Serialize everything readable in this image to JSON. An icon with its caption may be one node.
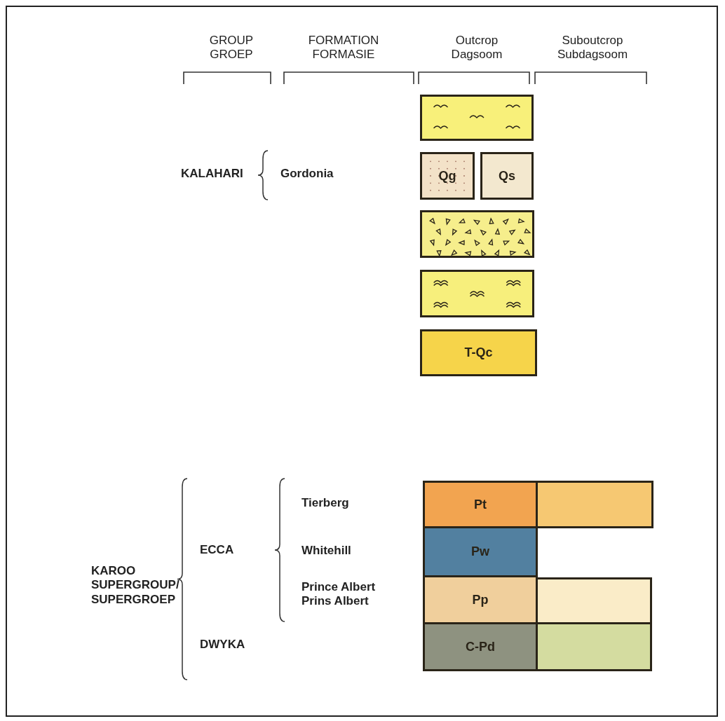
{
  "diagram": {
    "nodes": [
      {
        "text": [],
        "shape": "box"
      },
      {
        "text": [
          "Qg"
        ]
      },
      {
        "text": [
          "Qs"
        ]
      },
      {
        "text": [],
        "shape": "box"
      },
      {
        "text": [],
        "shape": "box"
      },
      {
        "text": [
          "T-Qc"
        ]
      },
      {
        "text": [
          "Pt"
        ]
      },
      {
        "text": [],
        "shape": "box"
      },
      {
        "text": [
          "Pw"
        ]
      },
      {
        "text": [
          "Pp"
        ]
      },
      {
        "text": [],
        "shape": "box"
      },
      {
        "text": [
          "C-Pd"
        ]
      },
      {
        "text": [],
        "shape": "box"
      }
    ],
    "labels": [
      "GROUP GROEP",
      "FORMATION FORMASIE",
      "Outcrop Dagsoom",
      "Suboutcrop Subdagsoom",
      "KALAHARI",
      "Gordonia",
      "Tierberg",
      "ECCA",
      "Whitehill",
      "KAROO SUPERGROUP/ SUPERGROEP",
      "Prince Albert Prins Albert",
      "DWYKA"
    ]
  }
}
